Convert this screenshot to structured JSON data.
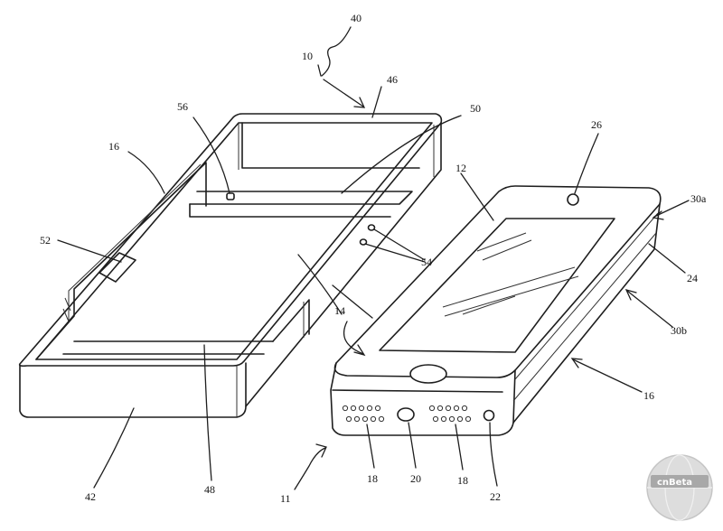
{
  "figure": {
    "reference_numerals": {
      "n40": "40",
      "n10": "10",
      "n46": "46",
      "n56": "56",
      "n50": "50",
      "n16_case": "16",
      "n26": "26",
      "n12": "12",
      "n30a": "30a",
      "n52": "52",
      "n54": "54",
      "n24": "24",
      "n14": "14",
      "n30b": "30b",
      "n16_phone": "16",
      "n42": "42",
      "n48": "48",
      "n11": "11",
      "n18_left": "18",
      "n20": "20",
      "n18_right": "18",
      "n22": "22"
    },
    "watermark": {
      "text": "cnBeta",
      "icon": "globe-watermark-icon"
    },
    "stroke_color": "#1e1e1e",
    "background_color": "#ffffff"
  }
}
